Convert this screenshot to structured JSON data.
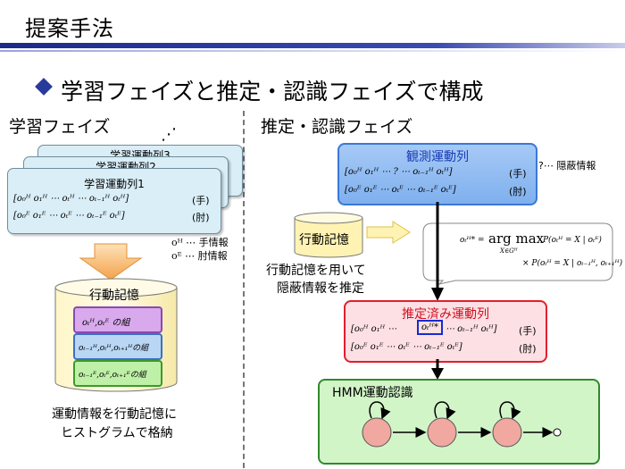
{
  "header": {
    "title": "提案手法",
    "subtitle": "学習フェイズと推定・認識フェイズで構成"
  },
  "learning": {
    "heading": "学習フェイズ",
    "dots": "⋰",
    "card3": "学習運動列3",
    "card2": "学習運動列2",
    "card1": "学習運動列1",
    "row_h": "[o₀ᴴ   o₁ᴴ   ⋯   oₜᴴ   ⋯   oₜ₋₁ᴴ   oₜᴴ]",
    "row_e": "[o₀ᴱ   o₁ᴱ   ⋯   oₜᴱ   ⋯   oₜ₋₁ᴱ   oₜᴱ]",
    "hand": "(手)",
    "elbow": "(肘)",
    "legend_h": "oᴴ ⋯ 手情報",
    "legend_e": "oᴱ ⋯ 肘情報",
    "memory_label": "行動記憶",
    "set1": "oₜᴴ,oₜᴱ の組",
    "set2": "oₜ₋₁ᴴ,oₜᴴ,oₜ₊₁ᴴの組",
    "set3": "oₜ₋₁ᴱ,oₜᴱ,oₜ₊₁ᴱの組",
    "caption1": "運動情報を行動記憶に",
    "caption2": "ヒストグラムで格納"
  },
  "inference": {
    "heading": "推定・認識フェイズ",
    "observed_title": "観測運動列",
    "obs_row_h": "[o₀ᴴ   o₁ᴴ   ⋯   ?   ⋯   oₜ₋₁ᴴ   oₜᴴ]",
    "obs_row_e": "[o₀ᴱ   o₁ᴱ   ⋯   oₜᴱ   ⋯   oₜ₋₁ᴱ   oₜᴱ]",
    "hand": "(手)",
    "elbow": "(肘)",
    "hidden_note": "?⋯ 隠蔽情報",
    "memory_label": "行動記憶",
    "memory_caption1": "行動記憶を用いて",
    "memory_caption2": "隠蔽情報を推定",
    "formula_lhs": "oₜᴴ* =",
    "formula_argmax": "arg max",
    "formula_sub": "X∈Gᴴ",
    "formula_p1": "P(oₜᴴ = X | oₜᴱ)",
    "formula_p2": "× P(oₜᴴ = X | oₜ₋₁ᴴ, oₜ₊₁ᴴ)",
    "estimated_title": "推定済み運動列",
    "est_row_h_a": "[o₀ᴴ   o₁ᴴ   ⋯",
    "est_highlight": "oₜᴴ*",
    "est_row_h_b": "⋯   oₜ₋₁ᴴ   oₜᴴ]",
    "est_row_e": "[o₀ᴱ   o₁ᴱ   ⋯   oₜᴱ   ⋯   oₜ₋₁ᴱ   oₜᴱ]",
    "hmm_title": "HMM運動認識"
  }
}
